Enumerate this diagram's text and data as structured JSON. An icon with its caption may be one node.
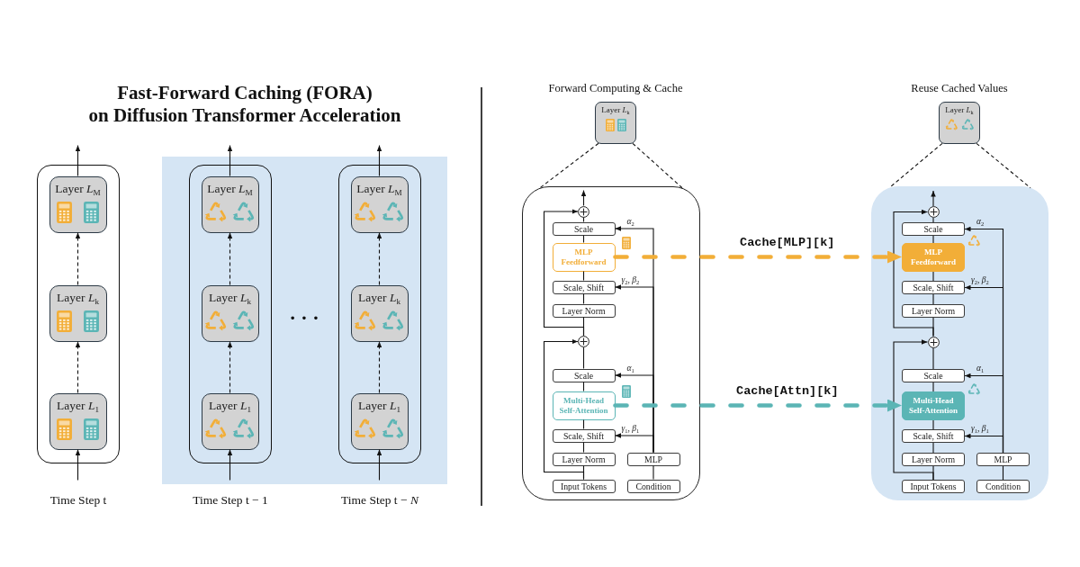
{
  "diagram": {
    "title": "Fast-Forward Caching (FORA) on Diffusion Transformer Acceleration",
    "nodes": [
      {
        "text": [],
        "shape": "box",
        "beside": [
          "Time Step t"
        ]
      },
      {
        "text": [
          "Layer *L*$_{M}$"
        ],
        "in": 0
      },
      {
        "text": [
          "Layer *L*$_{k}$"
        ],
        "in": 0
      },
      {
        "text": [
          "Layer *L*$_{1}$"
        ],
        "in": 0
      },
      {
        "text": [],
        "shape": "box",
        "beside": [
          "Time Step t − 1"
        ]
      },
      {
        "text": [
          "Layer *L*$_{M}$"
        ],
        "in": 4
      },
      {
        "text": [
          "Layer *L*$_{k}$"
        ],
        "in": 4
      },
      {
        "text": [
          "Layer *L*$_{1}$"
        ],
        "in": 4
      },
      {
        "text": [],
        "shape": "box",
        "beside": [
          "Time Step t − *N*"
        ]
      },
      {
        "text": [
          "Layer *L*$_{M}$"
        ],
        "in": 8
      },
      {
        "text": [
          "Layer *L*$_{k}$"
        ],
        "in": 8
      },
      {
        "text": [
          "Layer *L*$_{1}$"
        ],
        "in": 8
      },
      {
        "text": [
          "Layer *L*$_{k}$"
        ],
        "beside": [
          "Forward Computing & Cache"
        ]
      },
      {
        "text": [],
        "shape": "box"
      },
      {
        "text": [],
        "shape": "circle",
        "in": 13
      },
      {
        "text": [
          "Scale"
        ],
        "in": 13
      },
      {
        "text": [
          "MLP Feedforward"
        ],
        "in": 13
      },
      {
        "text": [
          "Scale, Shift"
        ],
        "in": 13
      },
      {
        "text": [
          "Layer Norm"
        ],
        "in": 13
      },
      {
        "text": [],
        "shape": "circle",
        "in": 13
      },
      {
        "text": [
          "Scale"
        ],
        "in": 13
      },
      {
        "text": [
          "Multi-Head Self-Attention"
        ],
        "in": 13
      },
      {
        "text": [
          "Scale, Shift"
        ],
        "in": 13
      },
      {
        "text": [
          "Layer Norm"
        ],
        "in": 13
      },
      {
        "text": [
          "MLP"
        ],
        "in": 13
      },
      {
        "text": [
          "Input Tokens"
        ],
        "in": 13
      },
      {
        "text": [
          "Condition"
        ],
        "in": 13
      },
      {
        "text": [
          "Layer *L*$_{k}$"
        ],
        "beside": [
          "Reuse Cached Values"
        ]
      },
      {
        "text": [],
        "shape": "box"
      },
      {
        "text": [],
        "shape": "circle",
        "in": 28
      },
      {
        "text": [
          "Scale"
        ],
        "in": 28
      },
      {
        "text": [
          "MLP Feedforward"
        ],
        "in": 28
      },
      {
        "text": [
          "Scale, Shift"
        ],
        "in": 28
      },
      {
        "text": [
          "Layer Norm"
        ],
        "in": 28
      },
      {
        "text": [],
        "shape": "circle",
        "in": 28
      },
      {
        "text": [
          "Scale"
        ],
        "in": 28
      },
      {
        "text": [
          "Multi-Head Self-Attention"
        ],
        "in": 28
      },
      {
        "text": [
          "Scale, Shift"
        ],
        "in": 28
      },
      {
        "text": [
          "Layer Norm"
        ],
        "in": 28
      },
      {
        "text": [
          "MLP"
        ],
        "in": 28
      },
      {
        "text": [
          "Input Tokens"
        ],
        "in": 28
      },
      {
        "text": [
          "Condition"
        ],
        "in": 28
      }
    ],
    "edges": [
      {
        "from": null,
        "to": 3,
        "arrow": "to"
      },
      {
        "from": 3,
        "to": 2,
        "arrow": "to",
        "style": "dashed"
      },
      {
        "from": 2,
        "to": 1,
        "arrow": "to",
        "style": "dashed"
      },
      {
        "from": 1,
        "to": null,
        "arrow": "to"
      },
      {
        "from": null,
        "to": 7,
        "arrow": "to"
      },
      {
        "from": 7,
        "to": 6,
        "arrow": "to",
        "style": "dashed"
      },
      {
        "from": 6,
        "to": 5,
        "arrow": "to",
        "style": "dashed"
      },
      {
        "from": 5,
        "to": null,
        "arrow": "to"
      },
      {
        "from": null,
        "to": 11,
        "arrow": "to"
      },
      {
        "from": 11,
        "to": 10,
        "arrow": "to",
        "style": "dashed"
      },
      {
        "from": 10,
        "to": 9,
        "arrow": "to",
        "style": "dashed"
      },
      {
        "from": 9,
        "to": null,
        "arrow": "to"
      },
      {
        "from": 12,
        "to": 13,
        "arrow": "none",
        "style": "dashed"
      },
      {
        "from": 12,
        "to": 13,
        "arrow": "none",
        "style": "dashed"
      },
      {
        "from": 25,
        "to": 23,
        "arrow": "none"
      },
      {
        "from": 23,
        "to": 22,
        "arrow": "none"
      },
      {
        "from": 22,
        "to": 21,
        "arrow": "none"
      },
      {
        "from": 21,
        "to": 20,
        "arrow": "none"
      },
      {
        "from": 20,
        "to": 19,
        "arrow": "none"
      },
      {
        "from": 19,
        "to": 18,
        "arrow": "none"
      },
      {
        "from": 18,
        "to": 17,
        "arrow": "none"
      },
      {
        "from": 17,
        "to": 16,
        "arrow": "none"
      },
      {
        "from": 16,
        "to": 15,
        "arrow": "none"
      },
      {
        "from": 15,
        "to": 14,
        "arrow": "none"
      },
      {
        "from": 14,
        "to": null,
        "arrow": "to"
      },
      {
        "from": 25,
        "to": 19,
        "arrow": "to"
      },
      {
        "from": 19,
        "to": 14,
        "arrow": "to"
      },
      {
        "from": 26,
        "to": 24,
        "arrow": "none"
      },
      {
        "from": 24,
        "to": 22,
        "arrow": "to",
        "label": "*γ*$_{1}$, *β*$_{1}$"
      },
      {
        "from": 24,
        "to": 20,
        "arrow": "to",
        "label": "*α*$_{1}$"
      },
      {
        "from": 24,
        "to": 17,
        "arrow": "to",
        "label": "*γ*$_{2}$, *β*$_{2}$"
      },
      {
        "from": 24,
        "to": 15,
        "arrow": "to",
        "label": "*α*$_{2}$"
      },
      {
        "from": 27,
        "to": 28,
        "arrow": "none",
        "style": "dashed"
      },
      {
        "from": 27,
        "to": 28,
        "arrow": "none",
        "style": "dashed"
      },
      {
        "from": 40,
        "to": 38,
        "arrow": "none"
      },
      {
        "from": 38,
        "to": 37,
        "arrow": "none"
      },
      {
        "from": 37,
        "to": 36,
        "arrow": "none"
      },
      {
        "from": 36,
        "to": 35,
        "arrow": "none"
      },
      {
        "from": 35,
        "to": 34,
        "arrow": "none"
      },
      {
        "from": 34,
        "to": 33,
        "arrow": "none"
      },
      {
        "from": 33,
        "to": 32,
        "arrow": "none"
      },
      {
        "from": 32,
        "to": 31,
        "arrow": "none"
      },
      {
        "from": 31,
        "to": 30,
        "arrow": "none"
      },
      {
        "from": 30,
        "to": 29,
        "arrow": "none"
      },
      {
        "from": 29,
        "to": null,
        "arrow": "to"
      },
      {
        "from": 40,
        "to": 34,
        "arrow": "to"
      },
      {
        "from": 34,
        "to": 29,
        "arrow": "to"
      },
      {
        "from": 41,
        "to": 39,
        "arrow": "none"
      },
      {
        "from": 39,
        "to": 37,
        "arrow": "to",
        "label": "*γ*$_{1}$, *β*$_{1}$"
      },
      {
        "from": 39,
        "to": 35,
        "arrow": "to",
        "label": "*α*$_{1}$"
      },
      {
        "from": 39,
        "to": 32,
        "arrow": "to",
        "label": "*γ*$_{2}$, *β*$_{2}$"
      },
      {
        "from": 39,
        "to": 30,
        "arrow": "to",
        "label": "*α*$_{2}$"
      },
      {
        "from": 16,
        "to": 31,
        "arrow": "to",
        "label": "Cache[MLP][k]",
        "style": "dashed",
        "color": "#f2ae38"
      },
      {
        "from": 21,
        "to": 36,
        "arrow": "to",
        "label": "Cache[Attn][k]",
        "style": "dashed",
        "color": "#5bb5b5"
      }
    ],
    "labels": [
      "· · ·"
    ]
  }
}
